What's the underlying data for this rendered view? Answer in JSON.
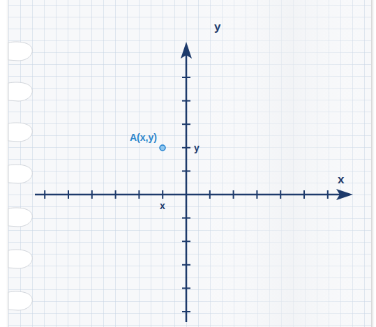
{
  "diagram": {
    "labels": [
      "y",
      "A(x,y)",
      "y",
      "x",
      "x"
    ]
  }
}
